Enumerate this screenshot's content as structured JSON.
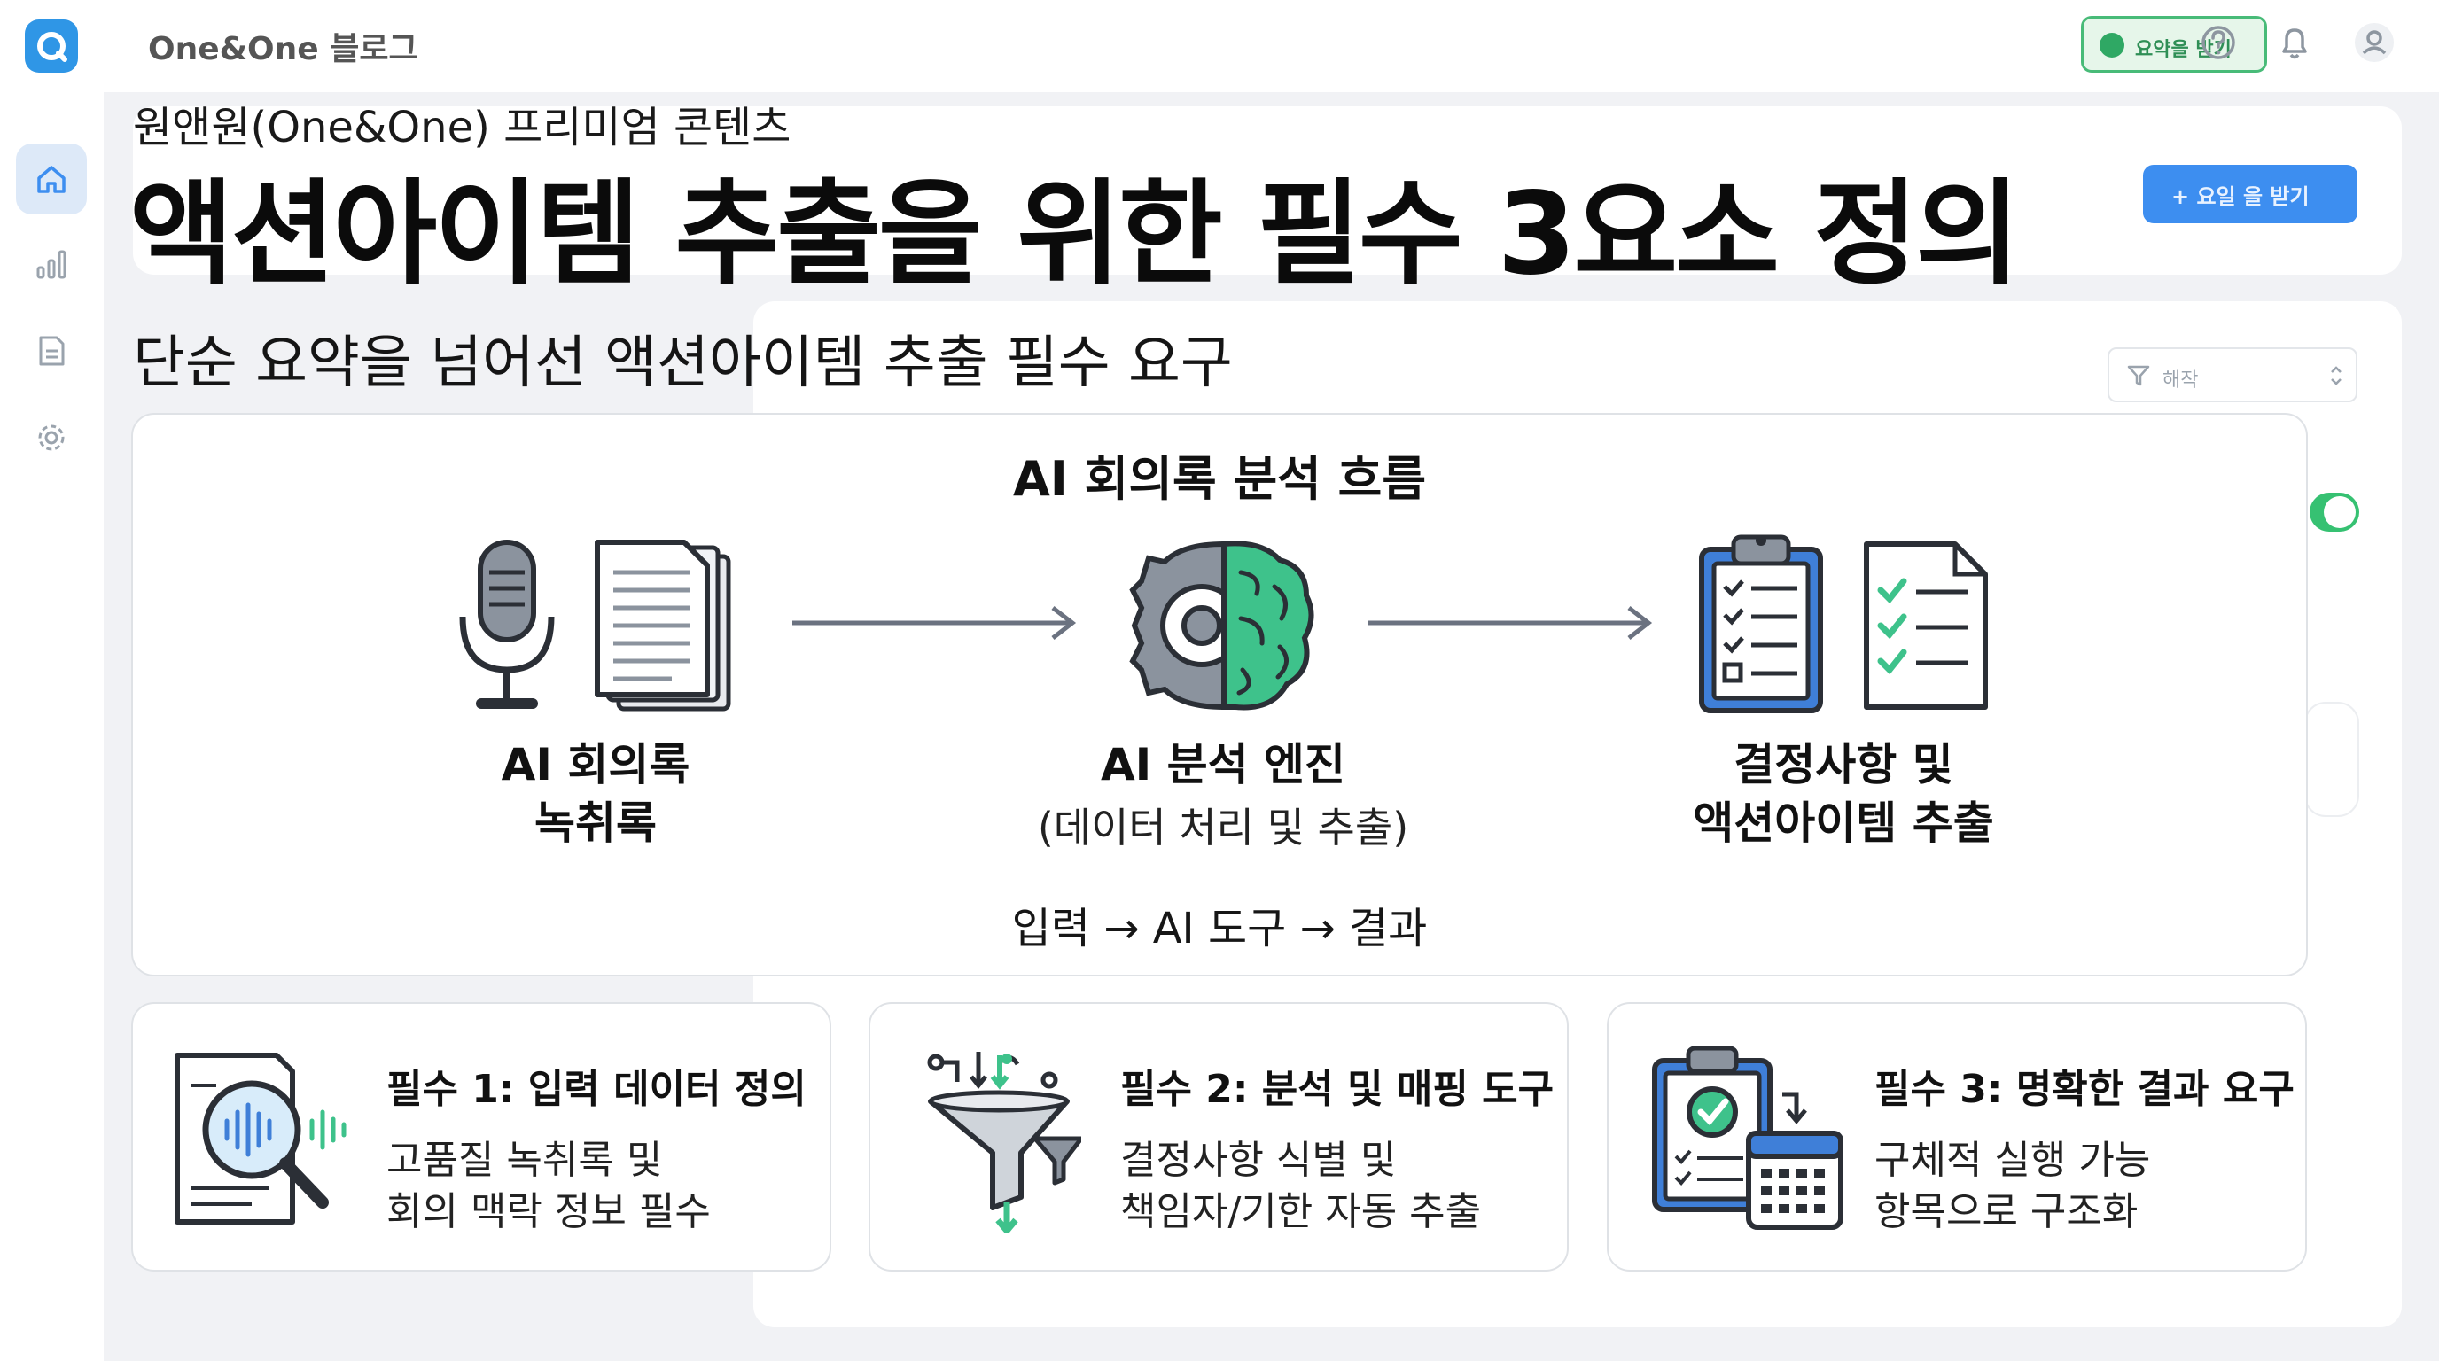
{
  "app": {
    "brand": "One&One 블로그",
    "save_chip_label": "요약을 받기",
    "primary_button_label": "+ 요일 을 받기",
    "filter_placeholder": "해작"
  },
  "sidebar": {
    "items": [
      {
        "icon": "home-icon",
        "active": true
      },
      {
        "icon": "bar-chart-icon",
        "active": false
      },
      {
        "icon": "document-icon",
        "active": false
      },
      {
        "icon": "gear-icon",
        "active": false
      }
    ]
  },
  "header": {
    "subheading": "원앤원(One&One) 프리미엄 콘텐츠",
    "title": "액션아이템 추출을 위한 필수 3요소 정의",
    "subtitle": "단순 요약을 넘어선 액션아이템 추출 필수 요구"
  },
  "flow": {
    "title": "AI 회의록 분석 흐름",
    "steps": [
      {
        "line1": "AI 회의록",
        "line2": "녹취록",
        "icons": [
          "microphone-icon",
          "document-stack-icon"
        ]
      },
      {
        "line1": "AI 분석 엔진",
        "line2": "(데이터 처리 및 추출)",
        "icons": [
          "gear-brain-icon"
        ]
      },
      {
        "line1": "결정사항 및",
        "line2": "액션아이템 추출",
        "icons": [
          "clipboard-checklist-icon",
          "checklist-document-icon"
        ]
      }
    ],
    "caption": "입력 → AI 도구 → 결과"
  },
  "requirements": [
    {
      "title": "필수 1: 입력 데이터 정의",
      "line1": "고품질 녹취록 및",
      "line2": "회의 맥락 정보 필수",
      "icon": "magnifier-audio-icon"
    },
    {
      "title": "필수 2: 분석 및 매핑 도구",
      "line1": "결정사항 식별 및",
      "line2": "책임자/기한 자동 추출",
      "icon": "funnel-icon"
    },
    {
      "title": "필수 3: 명확한 결과 요구",
      "line1": "구체적 실행 가능",
      "line2": "항목으로 구조화",
      "icon": "clipboard-calendar-icon"
    }
  ],
  "colors": {
    "accent_blue": "#3d8ef0",
    "brain_green": "#3ec28b",
    "check_green": "#2fa864",
    "clipboard_blue": "#3f7fd8"
  }
}
